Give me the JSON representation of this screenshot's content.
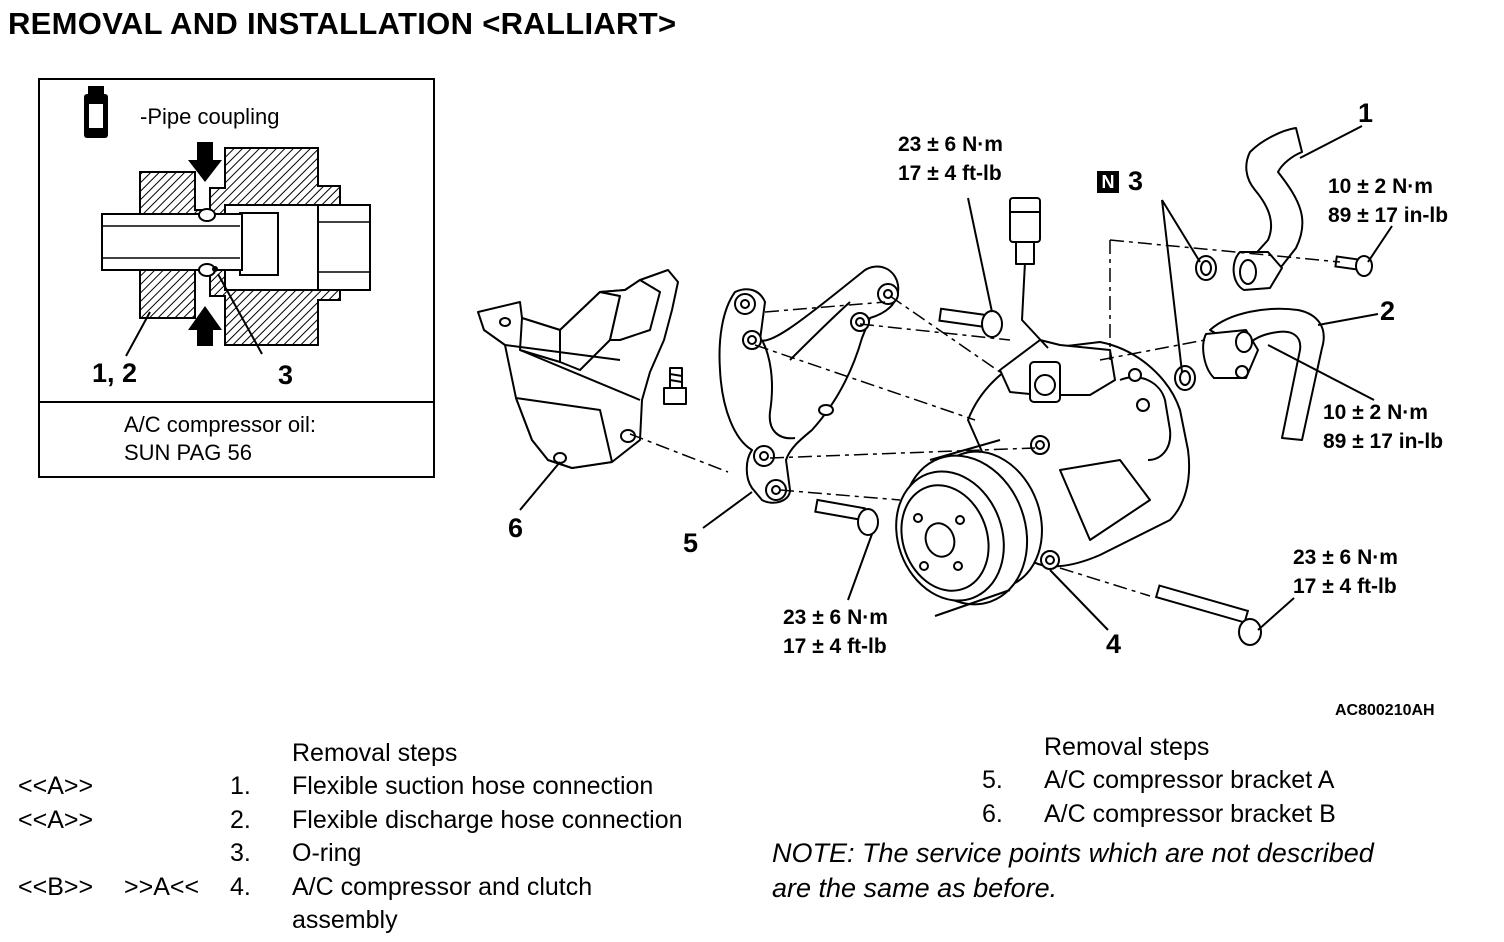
{
  "title": "REMOVAL AND INSTALLATION <RALLIART>",
  "inset": {
    "caption": "-Pipe coupling",
    "label_12": "1, 2",
    "label_3": "3",
    "oil_line1": "A/C compressor oil:",
    "oil_line2": "SUN PAG 56",
    "icon": "oil-bottle-icon"
  },
  "callouts": {
    "c1": "1",
    "c2": "2",
    "c3": "3",
    "c4": "4",
    "c5": "5",
    "c6": "6",
    "n_badge": "N"
  },
  "torques": {
    "top_center": {
      "line1": "23 ± 6 N·m",
      "line2": "17 ± 4 ft-lb"
    },
    "right_top": {
      "line1": "10 ± 2 N·m",
      "line2": "89 ± 17 in-lb"
    },
    "right_mid": {
      "line1": "10 ± 2 N·m",
      "line2": "89 ± 17 in-lb"
    },
    "bottom_center": {
      "line1": "23 ± 6 N·m",
      "line2": "17 ± 4 ft-lb"
    },
    "bottom_right": {
      "line1": "23 ± 6 N·m",
      "line2": "17 ± 4 ft-lb"
    }
  },
  "figure_id": "AC800210AH",
  "steps_left": {
    "header": "Removal steps",
    "items": [
      {
        "svc1": "<<A>>",
        "svc2": "",
        "num": "1.",
        "text": "Flexible suction hose connection"
      },
      {
        "svc1": "<<A>>",
        "svc2": "",
        "num": "2.",
        "text": "Flexible discharge hose connection"
      },
      {
        "svc1": "",
        "svc2": "",
        "num": "3.",
        "text": "O-ring"
      },
      {
        "svc1": "<<B>>",
        "svc2": ">>A<<",
        "num": "4.",
        "text": "A/C compressor and clutch",
        "text2": "assembly"
      }
    ]
  },
  "steps_right": {
    "header": "Removal steps",
    "items": [
      {
        "num": "5.",
        "text": "A/C compressor bracket A"
      },
      {
        "num": "6.",
        "text": "A/C compressor bracket B"
      }
    ]
  },
  "note": {
    "line1": "NOTE: The service points which are not described",
    "line2": "are the same as before."
  }
}
